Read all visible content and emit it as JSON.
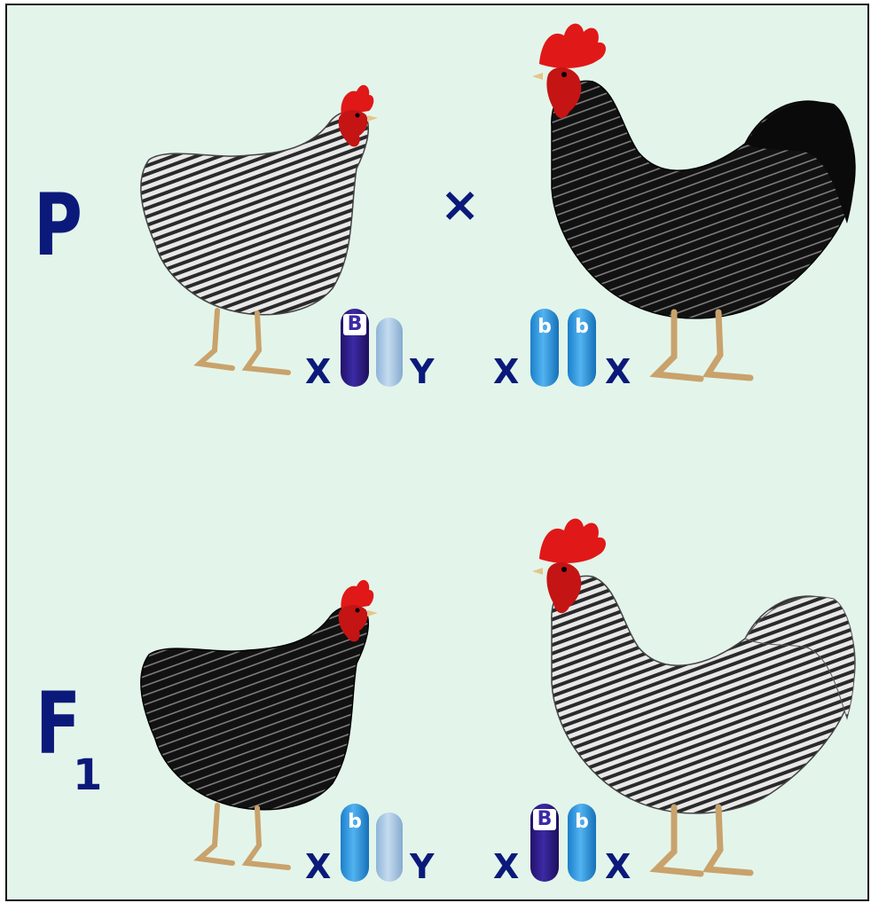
{
  "generations": {
    "parental": {
      "label": "P"
    },
    "f1": {
      "label": "F",
      "subscript": "1"
    }
  },
  "cross_symbol": "×",
  "parental": {
    "hen": {
      "chromosome_letter_left": "X",
      "allele": "B",
      "chromosome_letter_right": "Y"
    },
    "rooster": {
      "chromosome_letter_left": "X",
      "allele_1": "b",
      "allele_2": "b",
      "chromosome_letter_right": "X"
    }
  },
  "f1": {
    "hen": {
      "chromosome_letter_left": "X",
      "allele": "b",
      "chromosome_letter_right": "Y"
    },
    "rooster": {
      "chromosome_letter_left": "X",
      "allele_1": "B",
      "allele_2": "b",
      "chromosome_letter_right": "X"
    }
  },
  "colors": {
    "background": "#e3f5ea",
    "label_navy": "#0b1a7a",
    "dominant_B_chromosome": "#3b2aa5",
    "recessive_b_chromosome": "#3aa0e8",
    "y_chromosome": "#b3cde6",
    "comb_red": "#e01818"
  },
  "icons": {
    "parental_hen": "barred-hen-icon",
    "parental_rooster": "black-rooster-icon",
    "f1_hen": "black-hen-icon",
    "f1_rooster": "barred-rooster-icon"
  }
}
